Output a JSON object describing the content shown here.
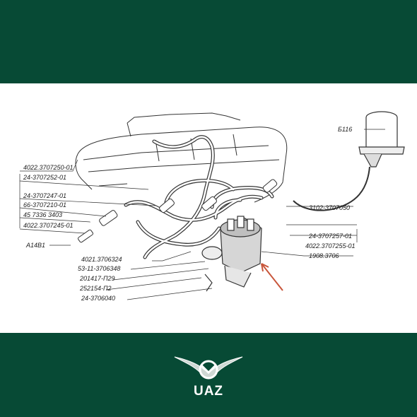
{
  "labels": {
    "l1": "4022.3707250-01",
    "l2": "24-3707252-01",
    "l3": "24-3707247-01",
    "l4": "66-3707210-01",
    "l5": "45 7336 3403",
    "l6": "4022.3707245-01",
    "l7": "A14B1",
    "l8": "4021.3706324",
    "l9": "53-11-3706348",
    "l10": "201417-П29",
    "l11": "252154-П2",
    "l12": "24-3706040",
    "r1": "Б116",
    "r2": "3102-3707050",
    "r3": "24-3707257-01",
    "r4": "4022.3707255-01",
    "r5": "1908.3706"
  },
  "brand": {
    "name": "UAZ"
  },
  "colors": {
    "band": "#074a35",
    "arrow": "#c8553a"
  }
}
